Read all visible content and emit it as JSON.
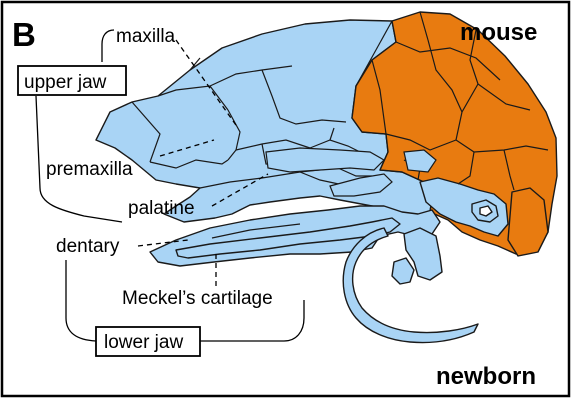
{
  "panel_letter": "B",
  "species": "mouse",
  "stage": "newborn",
  "labels": {
    "maxilla": "maxilla",
    "upper_jaw": "upper jaw",
    "premaxilla": "premaxilla",
    "palatine": "palatine",
    "dentary": "dentary",
    "meckels_cartilage": "Meckel’s cartilage",
    "lower_jaw": "lower jaw"
  },
  "colors": {
    "facial_bone": "#a9d4f5",
    "braincase": "#e87b10",
    "outline": "#1a1a1a",
    "frame": "#000000"
  }
}
